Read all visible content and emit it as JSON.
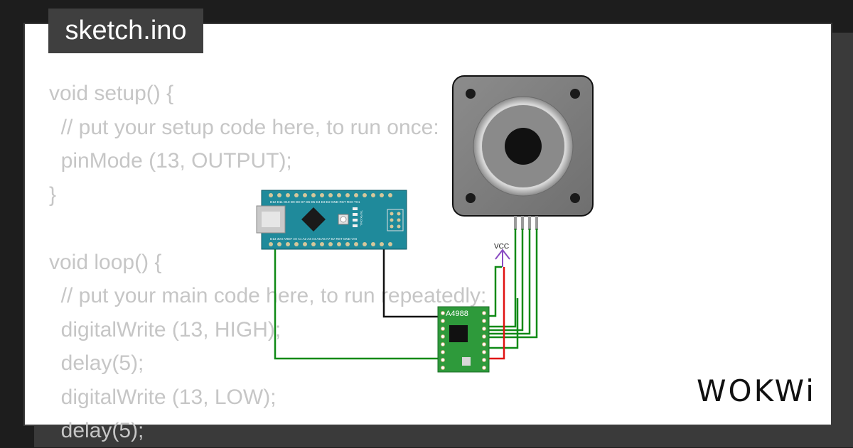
{
  "file_tab": {
    "label": "sketch.ino"
  },
  "code": {
    "lines": [
      "void setup() {",
      "  // put your setup code here, to run once:",
      "  pinMode (13, OUTPUT);",
      "}",
      "",
      "void loop() {",
      "  // put your main code here, to run repeatedly:",
      "  digitalWrite (13, HIGH);",
      "  delay(5);",
      "  digitalWrite (13, LOW);",
      "  delay(5);"
    ]
  },
  "diagram": {
    "driver_label": "A4988",
    "vcc_label": "VCC",
    "arduino": {
      "top_pins": "D12 D11 D10 D9 D8 D7 D6 D5 D4 D3 D2 GND RST RX0 TX1",
      "bottom_pins": "D13 3V3 AREF A0 A1 A2 A3 A4 A5 A6 A7 5V RST GND VIN",
      "side_leds": "TX RX ON L"
    },
    "colors": {
      "board": "#1f8a9b",
      "driver": "#2e9a3b",
      "wire_green": "#0f8a16",
      "wire_black": "#111111",
      "wire_red": "#e01212",
      "vcc": "#8a4bc2"
    }
  },
  "brand": {
    "logo": "WOKWi"
  }
}
